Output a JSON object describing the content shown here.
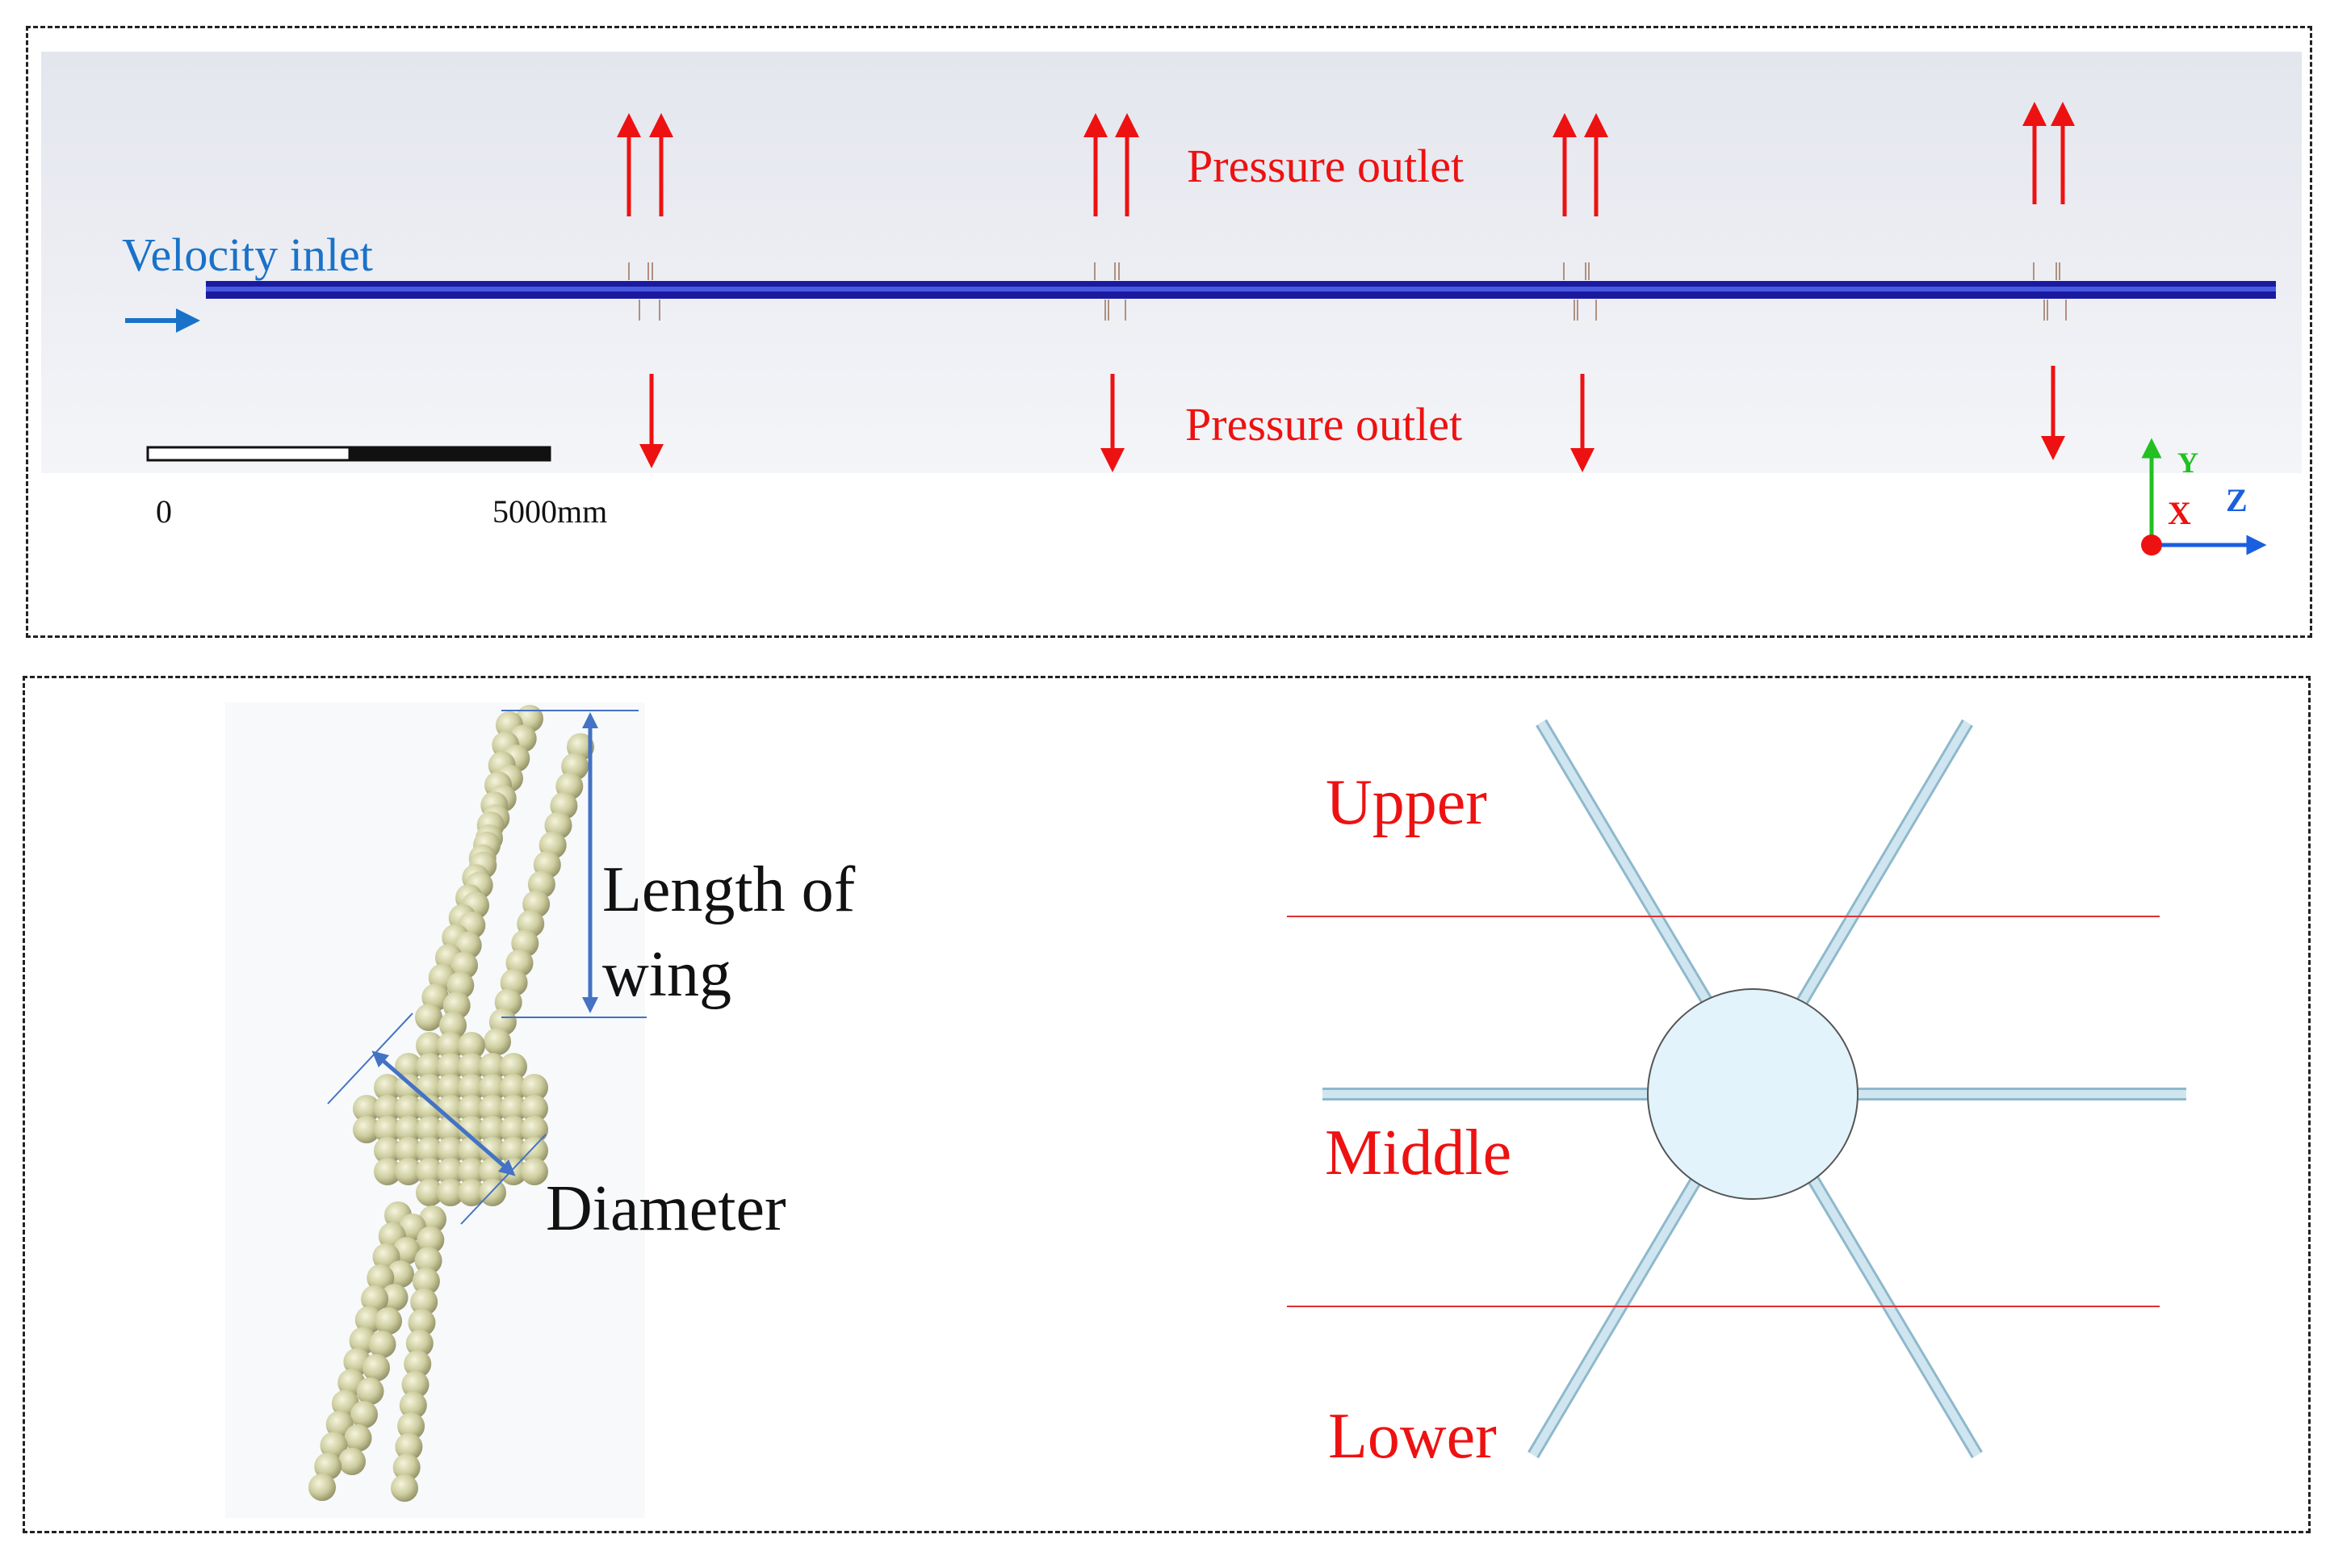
{
  "top": {
    "inlet_label": "Velocity inlet",
    "outlet_top_label": "Pressure outlet",
    "outlet_bottom_label": "Pressure outlet",
    "scale_start": "0",
    "scale_end": "5000mm",
    "axes": {
      "y": "Y",
      "x": "X",
      "z": "Z"
    },
    "colors": {
      "pipe": "#1a1aa0",
      "outlet_arrow": "#ee1111",
      "inlet_arrow": "#1a72c8",
      "label_red": "#ee1111",
      "label_blue": "#1a72c8",
      "viewport": "#eceef4"
    }
  },
  "bottom": {
    "length_label_line1": "Length of",
    "length_label_line2": "wing",
    "diameter_label": "Diameter",
    "zones": {
      "upper": "Upper",
      "middle": "Middle",
      "lower": "Lower"
    },
    "colors": {
      "bead": "#c8c89a",
      "dimension_arrow": "#4472c4",
      "zone_line": "#e03030",
      "zone_text": "#ee1111",
      "wing": "#bcd8e6",
      "center": "#e2f3fb"
    }
  }
}
